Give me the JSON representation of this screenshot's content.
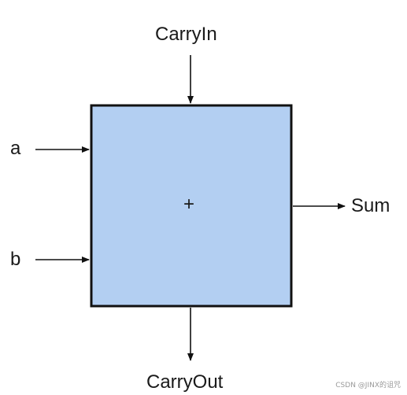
{
  "adder": {
    "operator": "+",
    "fill_color": "#b3cff2",
    "border_color": "#111111"
  },
  "inputs": {
    "carry_in": "CarryIn",
    "a": "a",
    "b": "b"
  },
  "outputs": {
    "sum": "Sum",
    "carry_out": "CarryOut"
  },
  "watermark": "CSDN @JINX的诅咒"
}
